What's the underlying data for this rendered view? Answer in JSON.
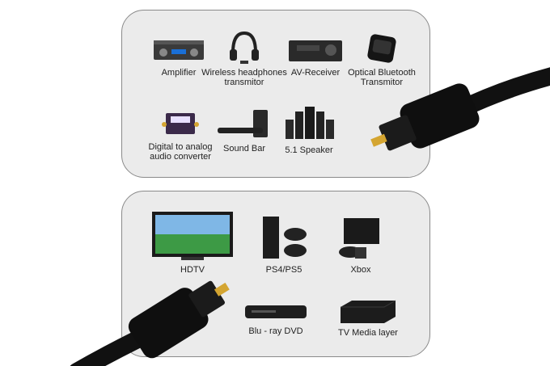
{
  "top_devices": [
    {
      "icon": "amplifier-icon",
      "label": "Amplifier"
    },
    {
      "icon": "wireless-headphones-icon",
      "label": "Wireless headphones transmitor"
    },
    {
      "icon": "av-receiver-icon",
      "label": "AV-Receiver"
    },
    {
      "icon": "bluetooth-transmitter-icon",
      "label": "Optical Bluetooth Transmitor"
    },
    {
      "icon": "converter-icon",
      "label": "Digital to analog audio converter"
    },
    {
      "icon": "sound-bar-icon",
      "label": "Sound Bar"
    },
    {
      "icon": "speaker-set-icon",
      "label": "5.1 Speaker"
    }
  ],
  "bottom_devices": [
    {
      "icon": "hdtv-icon",
      "label": "HDTV"
    },
    {
      "icon": "console-icon",
      "label": "PS4/PS5"
    },
    {
      "icon": "xbox-icon",
      "label": "Xbox"
    },
    {
      "icon": "bluray-player-icon",
      "label": "Blu - ray DVD"
    },
    {
      "icon": "media-player-icon",
      "label": "TV Media layer"
    }
  ],
  "colors": {
    "panel": "#ebebeb",
    "cable": "#111111",
    "tip": "#d4a531"
  }
}
